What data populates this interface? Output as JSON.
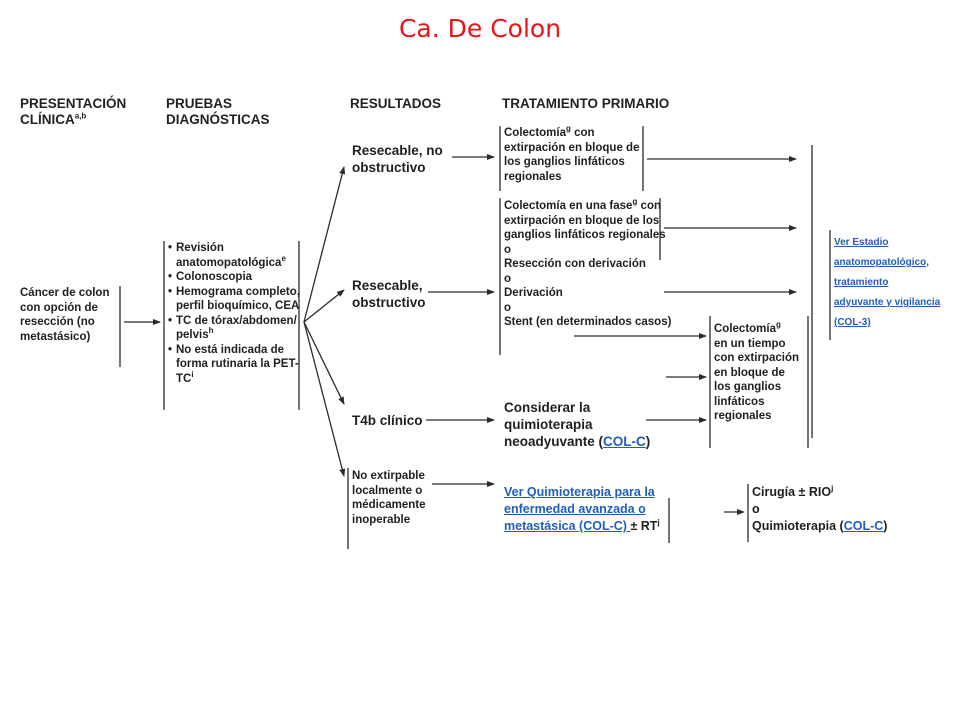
{
  "title": "Ca. De Colon",
  "headers": {
    "presentacion_l1": "PRESENTACIÓN",
    "presentacion_l2": "CLÍNICA",
    "presentacion_sup": "a,b",
    "pruebas_l1": "PRUEBAS",
    "pruebas_l2": "DIAGNÓSTICAS",
    "resultados": "RESULTADOS",
    "tratamiento": "TRATAMIENTO PRIMARIO"
  },
  "presentation": [
    "Cáncer de colon",
    "con opción de",
    "resección (no",
    "metastásico)"
  ],
  "tests": {
    "item1_l1": "Revisión",
    "item1_l2": "anatomopatológica",
    "item1_sup": "e",
    "item2": "Colonoscopia",
    "item3_l1": "Hemograma completo,",
    "item3_l2": "perfil bioquímico, CEA",
    "item4_l1": "TC de tórax/abdomen/",
    "item4_l2": "pelvis",
    "item4_sup": "h",
    "item5_l1": "No está indicada de",
    "item5_l2": "forma rutinaria la PET-",
    "item5_l3": "TC",
    "item5_sup": "i"
  },
  "results": {
    "r1_l1": "Resecable, no",
    "r1_l2": "obstructivo",
    "r2_l1": "Resecable,",
    "r2_l2": "obstructivo",
    "r3": "T4b clínico",
    "r4_l1": "No extirpable",
    "r4_l2": "localmente o",
    "r4_l3": "médicamente",
    "r4_l4": "inoperable"
  },
  "treatment": {
    "t1_l1": "Colectomía",
    "t1_sup": "g",
    "t1_l1b": " con",
    "t1_l2": "extirpación en bloque de",
    "t1_l3": "los ganglios linfáticos",
    "t1_l4": "regionales",
    "t2_l1": "Colectomía en una fase",
    "t2_sup": "g",
    "t2_l1b": " con",
    "t2_l2": "extirpación en bloque de los",
    "t2_l3": "ganglios linfáticos regionales",
    "t2_l4": "o",
    "t2_l5": "Resección con derivación",
    "t2_l6": "o",
    "t2_l7": "Derivación",
    "t2_l8": "o",
    "t2_l9": "Stent (en determinados casos)",
    "t3_l1": "Considerar la",
    "t3_l2": "quimioterapia",
    "t3_l3": "neoadyuvante (",
    "t3_link": "COL-C",
    "t3_l3b": ")",
    "t4_l1": "Ver Quimioterapia para la",
    "t4_l2": "enfermedad avanzada o",
    "t4_l3": "metastásica (COL-C) ",
    "t4_rt": "± RT",
    "t4_sup": "j"
  },
  "secondary": {
    "s1_l1": "Colectomía",
    "s1_sup": "g",
    "s1_l2": "en un tiempo",
    "s1_l3": "con extirpación",
    "s1_l4": "en bloque de",
    "s1_l5": "los ganglios",
    "s1_l6": "linfáticos",
    "s1_l7": "regionales",
    "s2_l1": "Cirugía ± RIO",
    "s2_sup": "j",
    "s2_l2": "o",
    "s2_l3": "Quimioterapia (",
    "s2_link": "COL-C",
    "s2_l3b": ")"
  },
  "final": [
    "Ver Estadio",
    "anatomopatológico,",
    "tratamiento",
    "adyuvante y vigilancia",
    "(COL-3)"
  ],
  "colors": {
    "title": "#e8141a",
    "link": "#1f5fb8",
    "text": "#1f1f1f",
    "line": "#2b2b2b"
  }
}
